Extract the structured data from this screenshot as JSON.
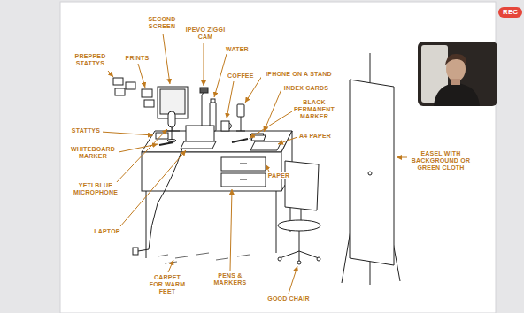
{
  "diagram": {
    "nodes": [
      {
        "text": [
          "REC"
        ]
      }
    ],
    "labels": [
      "PREPPED STATTYS",
      "PRINTS",
      "SECOND SCREEN",
      "IPEVO ZIGGI CAM",
      "WATER",
      "IPHONE ON A STAND",
      "COFFEE",
      "INDEX CARDS",
      "BLACK PERMANENT MARKER",
      "A4 PAPER",
      "STATTYS",
      "WHITEBOARD MARKER",
      "YETI BLUE MICROPHONE",
      "LAPTOP",
      "PAPER",
      "EASEL WITH BACKGROUND OR GREEN CLOTH",
      "CARPET FOR WARM FEET",
      "PENS & MARKERS",
      "GOOD CHAIR"
    ]
  }
}
